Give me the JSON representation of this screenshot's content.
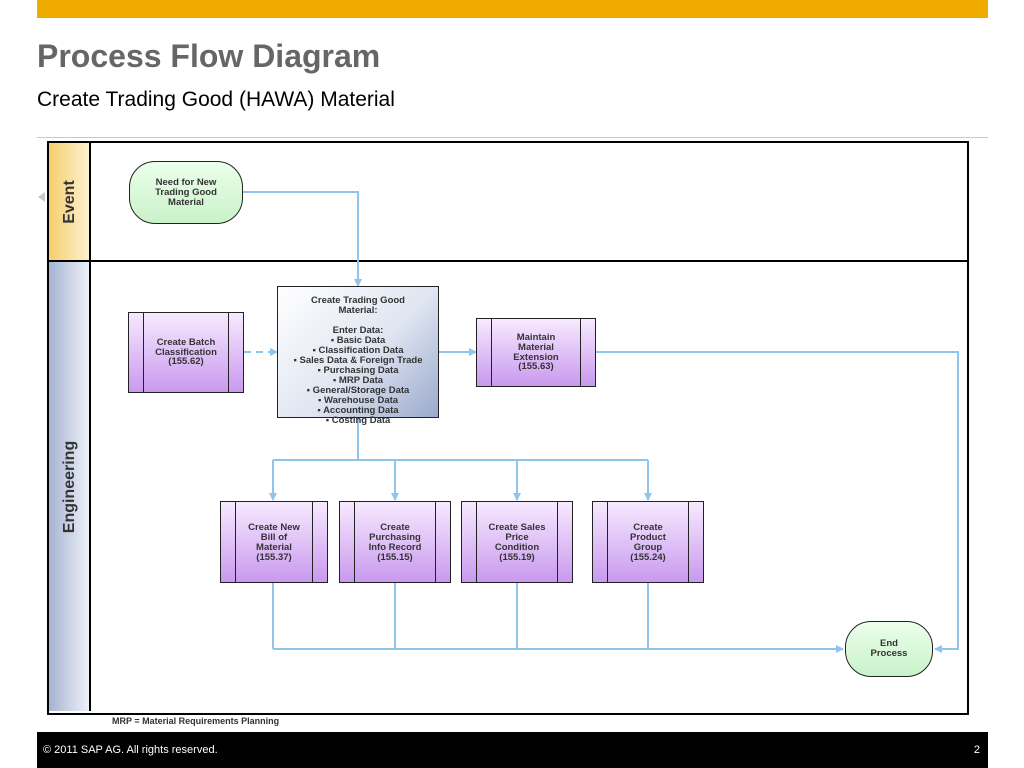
{
  "header": {
    "title": "Process Flow Diagram",
    "subtitle": "Create Trading Good (HAWA) Material"
  },
  "lanes": {
    "event": "Event",
    "engineering": "Engineering"
  },
  "nodes": {
    "start": [
      "Need for New",
      "Trading Good",
      "Material"
    ],
    "batch": [
      "Create Batch",
      "Classification",
      "(155.62)"
    ],
    "main": [
      "Create Trading Good",
      "Material:",
      "",
      "Enter Data:",
      "▪ Basic Data",
      "▪ Classification Data",
      "▪ Sales Data & Foreign Trade",
      "▪ Purchasing Data",
      "▪ MRP Data",
      "▪ General/Storage Data",
      "▪ Warehouse Data",
      "▪ Accounting Data",
      "▪ Costing Data"
    ],
    "extension": [
      "Maintain",
      "Material",
      "Extension",
      "(155.63)"
    ],
    "bom": [
      "Create New",
      "Bill of",
      "Material",
      "(155.37)"
    ],
    "purchasing": [
      "Create",
      "Purchasing",
      "Info Record",
      "(155.15)"
    ],
    "sales": [
      "Create Sales",
      "Price",
      "Condition",
      "(155.19)"
    ],
    "product_group": [
      "Create",
      "Product",
      "Group",
      "(155.24)"
    ],
    "end": [
      "End",
      "Process"
    ]
  },
  "footnote": "MRP = Material Requirements Planning",
  "footer": {
    "copyright": "©  2011 SAP AG. All rights reserved.",
    "page": "2"
  },
  "colors": {
    "accent_bar": "#f0ab00",
    "connector": "#8fc4ec",
    "subprocess": "#c999ee",
    "terminator": "#c9f2c9"
  }
}
